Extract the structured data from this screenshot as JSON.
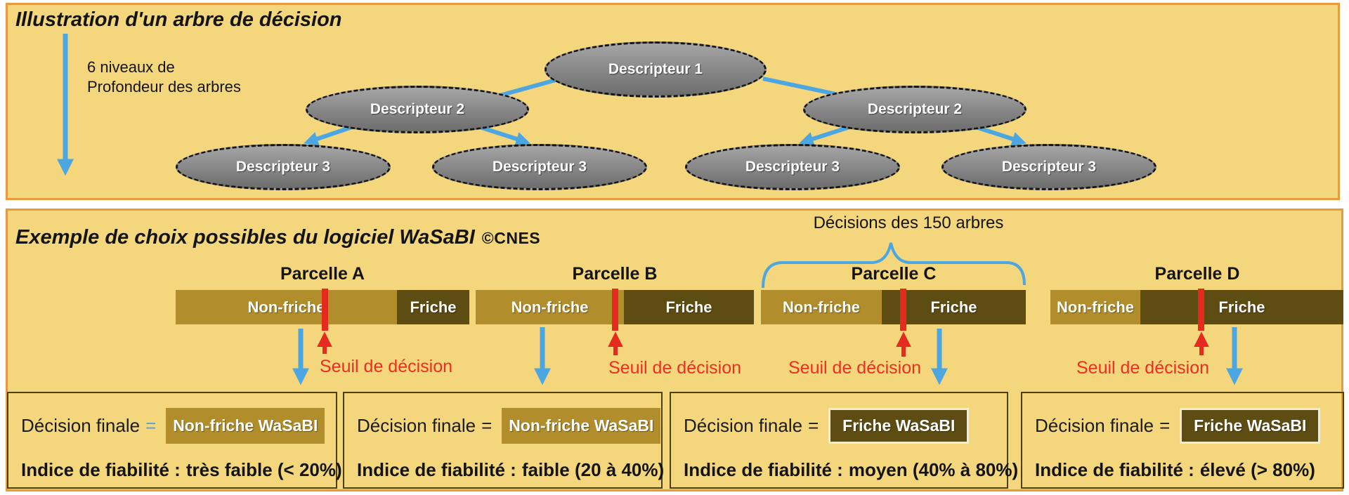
{
  "panel1": {
    "title": "Illustration d'un arbre de décision",
    "depth_note_line1": "6 niveaux de",
    "depth_note_line2": "Profondeur des arbres",
    "nodes": [
      {
        "label": "Descripteur 1"
      },
      {
        "label": "Descripteur 2"
      },
      {
        "label": "Descripteur 2"
      },
      {
        "label": "Descripteur 3"
      },
      {
        "label": "Descripteur 3"
      },
      {
        "label": "Descripteur 3"
      },
      {
        "label": "Descripteur 3"
      }
    ]
  },
  "panel2": {
    "title": "Exemple de choix possibles du logiciel WaSaBI",
    "credit": "©CNES",
    "decisions_note": "Décisions des 150 arbres",
    "labels": {
      "non_friche": "Non-friche",
      "friche": "Friche",
      "threshold": "Seuil de décision",
      "decision_prefix": "Décision finale",
      "equals": "=",
      "reliability_prefix": "Indice de fiabilité :"
    },
    "parcels": [
      {
        "name": "Parcelle A",
        "decision": "Non-friche WaSaBI",
        "reliability": "très faible (< 20%)",
        "equals_style": "color:#4ba6e2"
      },
      {
        "name": "Parcelle B",
        "decision": "Non-friche WaSaBI",
        "reliability": "faible (20 à 40%)",
        "equals_style": "color:#1c1c1c"
      },
      {
        "name": "Parcelle C",
        "decision": "Friche WaSaBI",
        "reliability": "moyen (40% à 80%)",
        "equals_style": "color:#1c1c1c"
      },
      {
        "name": "Parcelle D",
        "decision": "Friche WaSaBI",
        "reliability": "élevé (> 80%)",
        "equals_style": "color:#1c1c1c"
      }
    ]
  },
  "colors": {
    "panel_background": "#f4d67c",
    "panel_border": "#e89b3e",
    "arrow_blue": "#4ba6e2",
    "threshold_red": "#e52a1e",
    "non_friche_gold": "#b18e2b",
    "friche_brown": "#5e4d13",
    "node_gray": "#8b8b8b"
  }
}
